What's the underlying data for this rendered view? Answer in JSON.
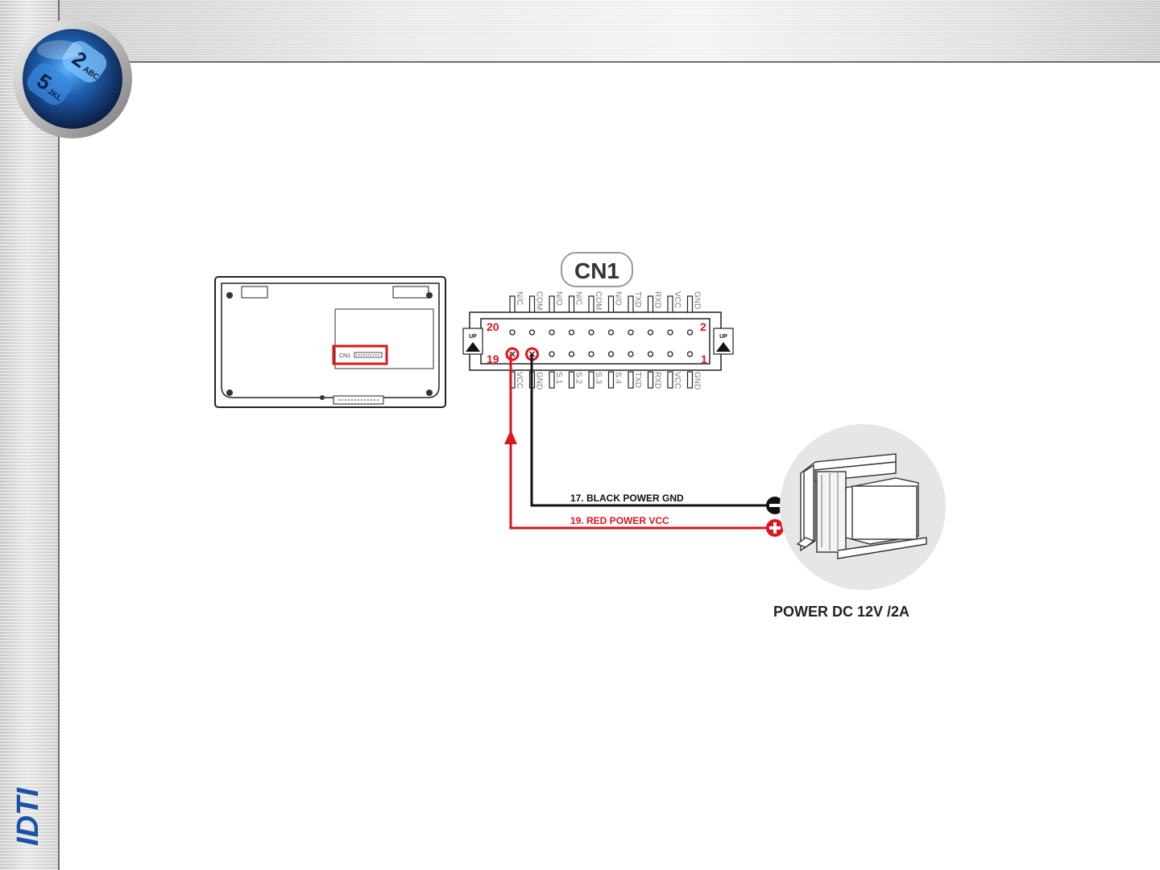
{
  "connector": {
    "title": "CN1",
    "top_pin_labels": [
      "N/C",
      "COM",
      "N/O",
      "N/C",
      "COM",
      "N/O",
      "TXD",
      "RXD",
      "VCC",
      "GND"
    ],
    "bottom_pin_labels": [
      "VCC",
      "GND",
      "S.1",
      "S.2",
      "S.3",
      "S.4",
      "TXD",
      "RXD",
      "VCC",
      "GND"
    ],
    "pin_20": "20",
    "pin_2": "2",
    "pin_19": "19",
    "pin_1": "1",
    "up_left": "UP",
    "up_right": "UP"
  },
  "device": {
    "connector_label": "CN1"
  },
  "wires": {
    "black_label": "17. BLACK POWER GND",
    "red_label": "19. RED POWER VCC",
    "black_color": "#111111",
    "red_color": "#e0141e"
  },
  "power_supply": {
    "label": "POWER DC 12V /2A"
  },
  "colors": {
    "accent_red": "#e0141e",
    "frame_gray": "#6d6d6d"
  },
  "icons": {
    "badge": "keypad-badge-icon",
    "brand": "idti-logo"
  }
}
